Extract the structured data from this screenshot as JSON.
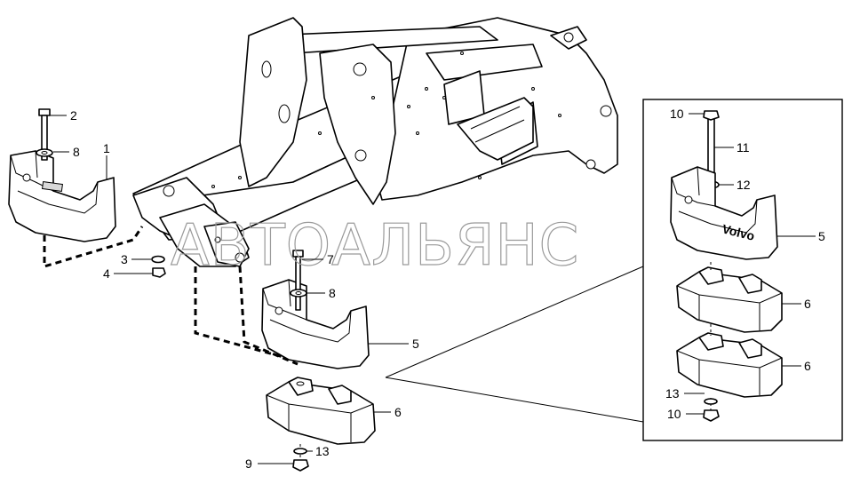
{
  "watermark": "АВТОАЛЬЯНС",
  "emblem_text": "Volvo",
  "callouts": [
    {
      "id": "c1",
      "text": "1"
    },
    {
      "id": "c2",
      "text": "2"
    },
    {
      "id": "c8a",
      "text": "8"
    },
    {
      "id": "c3",
      "text": "3"
    },
    {
      "id": "c4",
      "text": "4"
    },
    {
      "id": "c7",
      "text": "7"
    },
    {
      "id": "c8b",
      "text": "8"
    },
    {
      "id": "c5a",
      "text": "5"
    },
    {
      "id": "c6a",
      "text": "6"
    },
    {
      "id": "c13a",
      "text": "13"
    },
    {
      "id": "c9",
      "text": "9"
    },
    {
      "id": "c10a",
      "text": "10"
    },
    {
      "id": "c11",
      "text": "11"
    },
    {
      "id": "c12",
      "text": "12"
    },
    {
      "id": "c5b",
      "text": "5"
    },
    {
      "id": "c6b",
      "text": "6"
    },
    {
      "id": "c6c",
      "text": "6"
    },
    {
      "id": "c13b",
      "text": "13"
    },
    {
      "id": "c10b",
      "text": "10"
    }
  ]
}
